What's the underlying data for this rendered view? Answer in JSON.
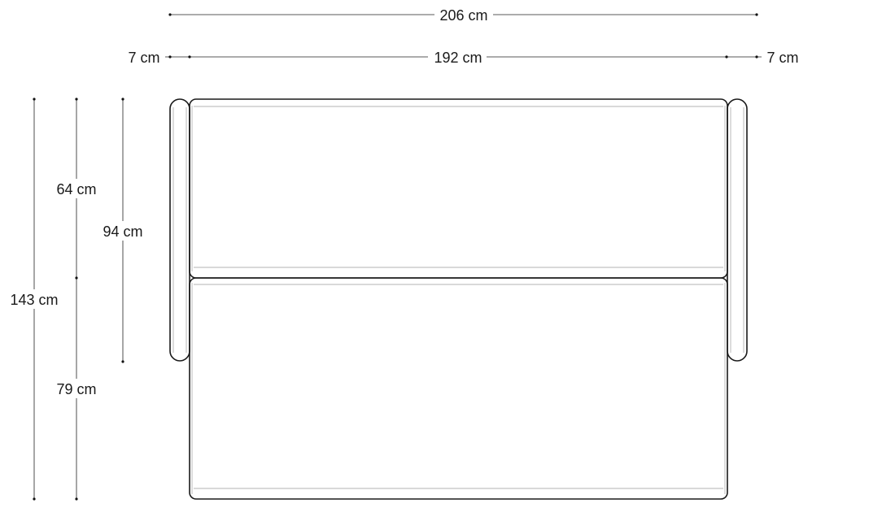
{
  "dimensions": {
    "overall_width": "206 cm",
    "left_arm_width": "7 cm",
    "seat_width": "192 cm",
    "right_arm_width": "7 cm",
    "backrest_depth": "64 cm",
    "seat_depth": "79 cm",
    "arm_depth": "94 cm",
    "overall_depth": "143 cm"
  },
  "colors": {
    "outline": "#1a1a1a",
    "inner_line": "#9a9a9a",
    "background": "#ffffff"
  }
}
